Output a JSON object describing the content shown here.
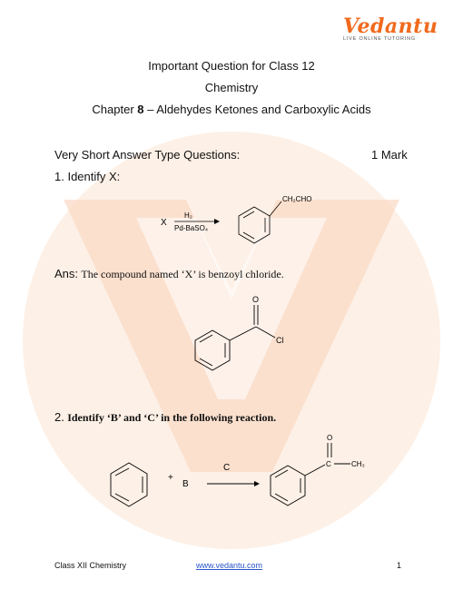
{
  "logo": {
    "brand": "Vedantu",
    "tagline": "LIVE ONLINE TUTORING"
  },
  "header": {
    "line1": "Important Question for Class 12",
    "line2": "Chemistry",
    "line3_prefix": "Chapter ",
    "line3_num": "8",
    "line3_rest": " – Aldehydes Ketones and Carboxylic Acids"
  },
  "section": {
    "title": "Very Short Answer Type Questions:",
    "marks": "1 Mark"
  },
  "q1": {
    "number": "1.",
    "question": "Identify X:",
    "reactant": "X",
    "reagent_top": "H₂",
    "reagent_bottom": "Pd-BaSO₄",
    "product_group": "CH₂CHO",
    "answer_label": "Ans:",
    "answer_text": "The compound named ‘X’ is benzoyl chloride.",
    "structure_o": "O",
    "structure_cl": "Cl"
  },
  "q2": {
    "number": "2.",
    "question": "Identify ‘B’ and ‘C’ in the following reaction.",
    "plus": "+",
    "b": "B",
    "c": "C",
    "o": "O",
    "c_atom": "C",
    "ch3": "CH₃"
  },
  "footer": {
    "left": "Class XII Chemistry",
    "link": "www.vedantu.com",
    "page": "1"
  },
  "colors": {
    "brand": "#f06a1d",
    "watermark": "#fbe3d2",
    "link": "#2a55c7"
  }
}
